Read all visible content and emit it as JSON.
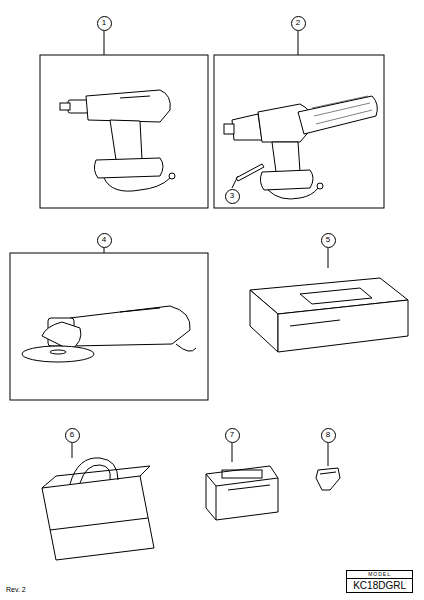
{
  "diagram": {
    "nodes": [
      {
        "text": [
          "1"
        ]
      },
      {
        "text": [
          "2"
        ]
      },
      {
        "text": [
          "3"
        ]
      },
      {
        "text": [
          "4"
        ]
      },
      {
        "text": [
          "5"
        ]
      },
      {
        "text": [
          "6"
        ]
      },
      {
        "text": [
          "7"
        ]
      },
      {
        "text": [
          "8"
        ]
      },
      {
        "text": [
          "MODEL",
          "KC18DGRL"
        ]
      }
    ],
    "labels": [
      "Rev. 2"
    ]
  }
}
